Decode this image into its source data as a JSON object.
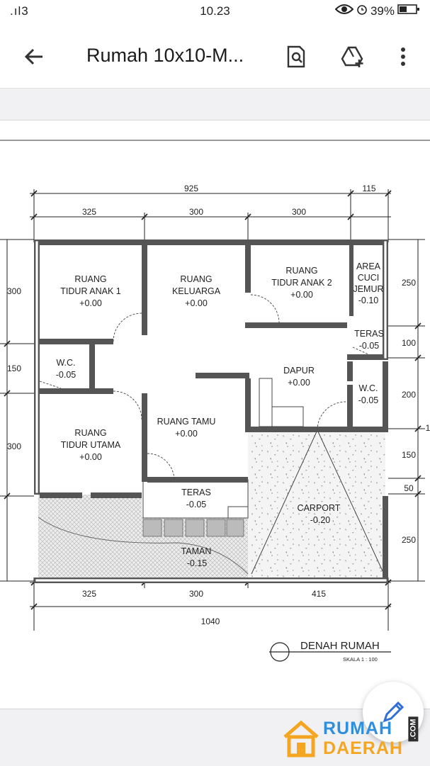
{
  "status_bar": {
    "signal": ".ıl3",
    "time": "10.23",
    "battery": "39%"
  },
  "app_bar": {
    "title": "Rumah 10x10-M..."
  },
  "plan": {
    "dims_top": [
      "925",
      "115",
      "325",
      "300",
      "300"
    ],
    "dims_bottom": [
      "325",
      "300",
      "415",
      "1040"
    ],
    "dims_left": [
      "300",
      "150",
      "300"
    ],
    "dims_right": [
      "250",
      "100",
      "200",
      "150",
      "50",
      "250"
    ],
    "dim_edge_right": "1",
    "rooms": [
      {
        "lines": [
          "RUANG",
          "TIDUR ANAK 1",
          "+0.00"
        ]
      },
      {
        "lines": [
          "RUANG",
          "KELUARGA",
          "+0.00"
        ]
      },
      {
        "lines": [
          "RUANG",
          "TIDUR ANAK 2",
          "+0.00"
        ]
      },
      {
        "lines": [
          "AREA",
          "CUCI",
          "JEMUR",
          "-0.10"
        ]
      },
      {
        "lines": [
          "TERAS",
          "-0.05"
        ]
      },
      {
        "lines": [
          "W.C.",
          "-0.05"
        ]
      },
      {
        "lines": [
          "DAPUR",
          "+0.00"
        ]
      },
      {
        "lines": [
          "W.C.",
          "-0.05"
        ]
      },
      {
        "lines": [
          "RUANG",
          "TIDUR UTAMA",
          "+0.00"
        ]
      },
      {
        "lines": [
          "RUANG TAMU",
          "+0.00"
        ]
      },
      {
        "lines": [
          "TERAS",
          "-0.05"
        ]
      },
      {
        "lines": [
          "CARPORT",
          "-0.20"
        ]
      },
      {
        "lines": [
          "TAMAN",
          "-0.15"
        ]
      }
    ],
    "caption_title": "DENAH RUMAH",
    "caption_scale": "SKALA 1 : 100"
  },
  "watermark": {
    "top": "RUMAH",
    "bottom": "DAERAH",
    "suffix": ".COM"
  },
  "colors": {
    "wall": "#555555",
    "line": "#222222",
    "watermark_blue": "#2f8fdc",
    "watermark_orange": "#f4a623",
    "fab_pen": "#2f6fd6"
  }
}
